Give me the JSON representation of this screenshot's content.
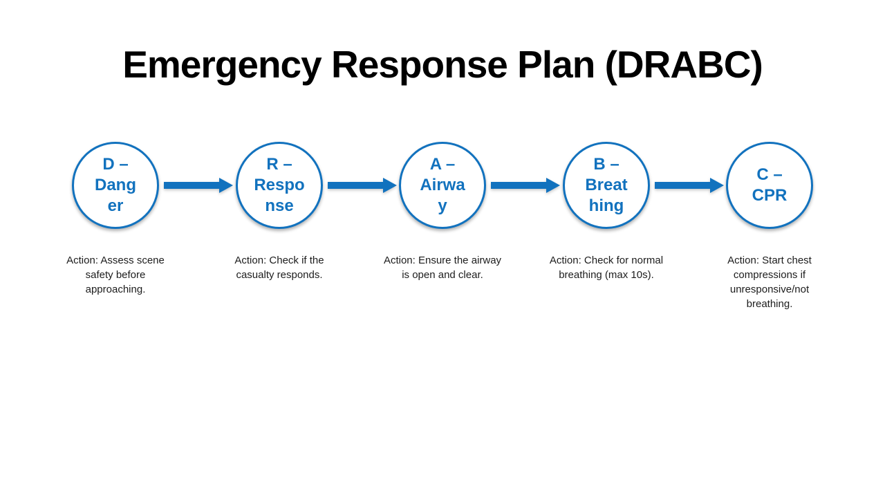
{
  "title": "Emergency Response Plan (DRABC)",
  "colors": {
    "accent_blue": "#1272BE",
    "title_text": "#000000",
    "body_text": "#1c1c1c",
    "background": "#ffffff"
  },
  "steps": [
    {
      "id": "danger",
      "label": "D –\nDang\ner",
      "action": "Action: Assess scene\nsafety before\napproaching."
    },
    {
      "id": "response",
      "label": "R –\nRespo\nnse",
      "action": "Action: Check if the\ncasualty responds."
    },
    {
      "id": "airway",
      "label": "A –\nAirwa\ny",
      "action": "Action: Ensure the airway\nis open and clear."
    },
    {
      "id": "breathing",
      "label": "B –\nBreat\nhing",
      "action": "Action: Check for normal\nbreathing (max 10s)."
    },
    {
      "id": "cpr",
      "label": "C –\nCPR",
      "action": "Action: Start chest\ncompressions if\nunresponsive/not\nbreathing."
    }
  ]
}
